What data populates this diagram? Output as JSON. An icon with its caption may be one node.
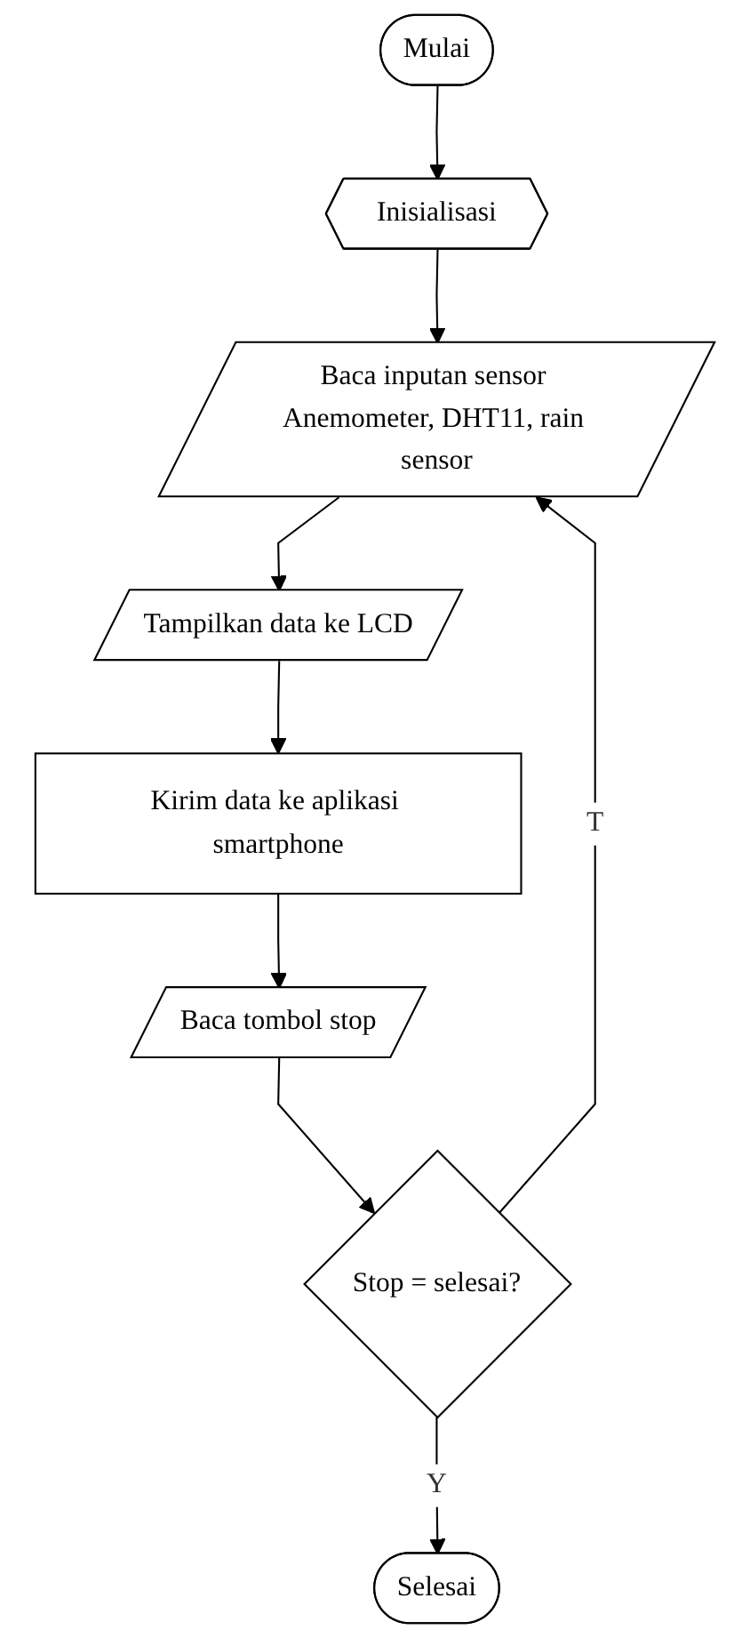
{
  "diagram": {
    "nodes": [
      {
        "text": [
          "Mulai"
        ]
      },
      {
        "text": [
          "Inisialisasi"
        ]
      },
      {
        "text": [
          "Baca inputan sensor Anemometer, DHT11, rain sensor"
        ]
      },
      {
        "text": [
          "Tampilkan data ke LCD"
        ]
      },
      {
        "text": [
          "Kirim data ke aplikasi smartphone"
        ]
      },
      {
        "text": [
          "Baca tombol stop"
        ]
      },
      {
        "text": [
          "Stop = selesai?"
        ]
      },
      {
        "text": [
          "Selesai"
        ]
      }
    ],
    "edges": [
      {
        "from": 0,
        "to": 1,
        "arrow": "to"
      },
      {
        "from": 1,
        "to": 2,
        "arrow": "to"
      },
      {
        "from": 2,
        "to": 3,
        "arrow": "to"
      },
      {
        "from": 3,
        "to": 4,
        "arrow": "to"
      },
      {
        "from": 4,
        "to": 5,
        "arrow": "to"
      },
      {
        "from": 5,
        "to": 6,
        "arrow": "to"
      },
      {
        "from": 6,
        "to": 2,
        "arrow": "to",
        "label": "T"
      },
      {
        "from": 6,
        "to": 7,
        "arrow": "to",
        "label": "Y"
      }
    ]
  }
}
